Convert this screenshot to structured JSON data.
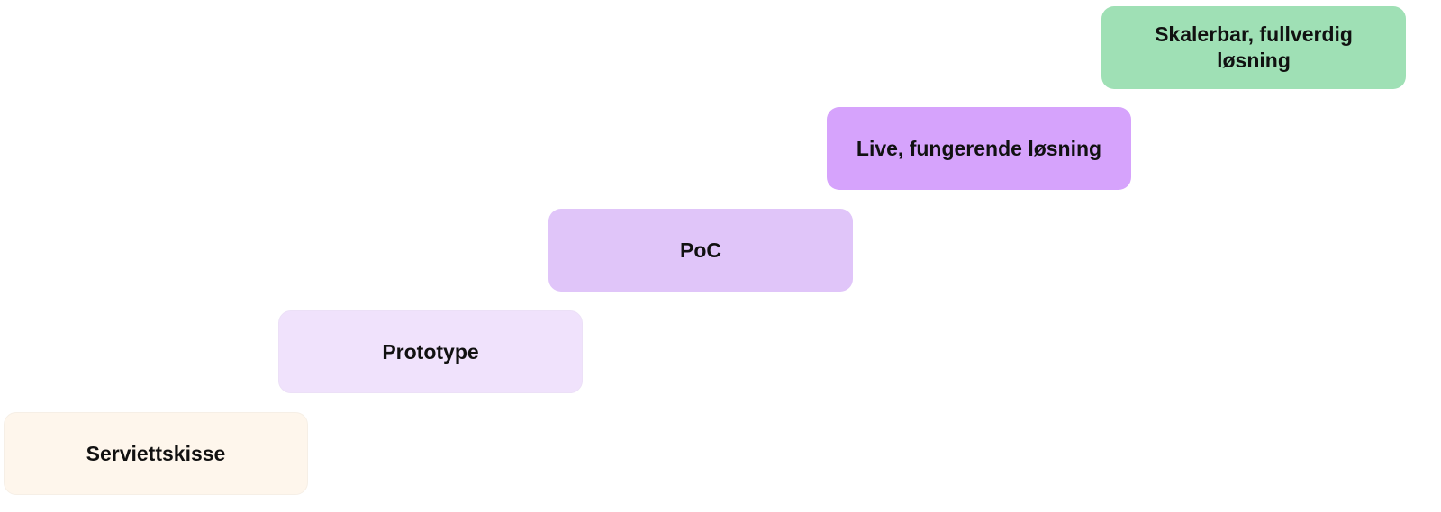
{
  "diagram": {
    "type": "staircase",
    "steps": [
      {
        "label": "Serviettskisse",
        "color": "#fef6ec"
      },
      {
        "label": "Prototype",
        "color": "#f0e2fc"
      },
      {
        "label": "PoC",
        "color": "#e0c5f9"
      },
      {
        "label": "Live, fungerende løsning",
        "color": "#d6a3fc"
      },
      {
        "label": "Skalerbar, fullverdig løsning",
        "color": "#9fe0b5"
      }
    ]
  }
}
